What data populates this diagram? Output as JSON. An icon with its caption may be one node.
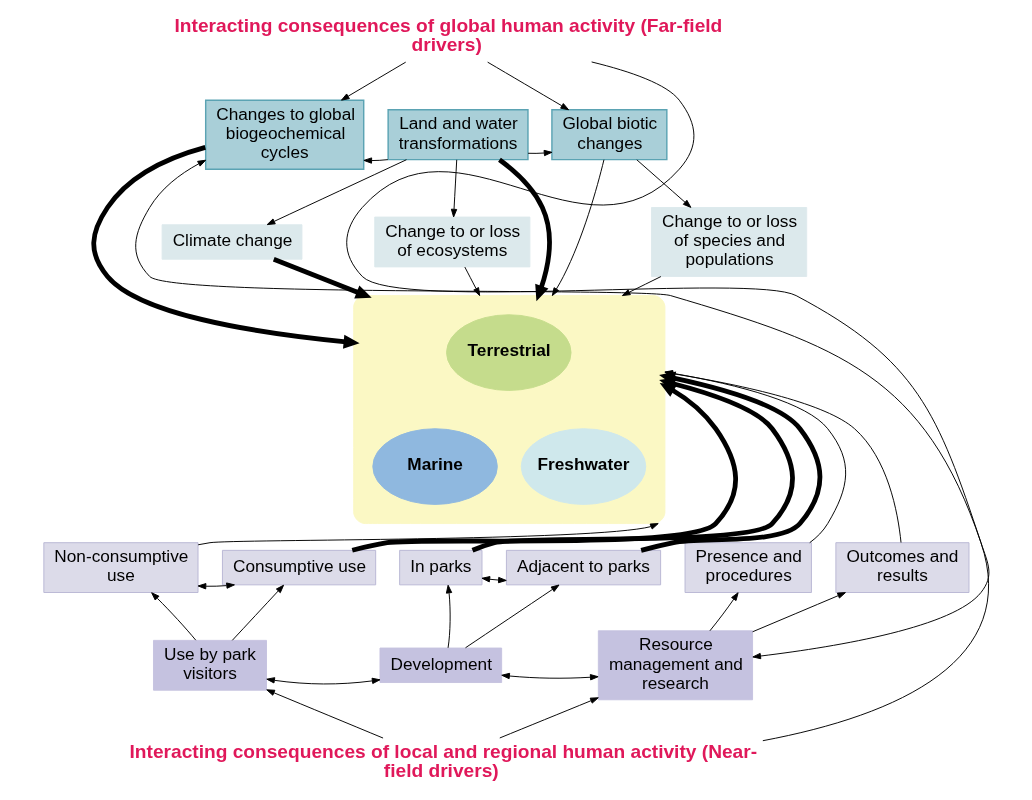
{
  "diagram": {
    "nodes": [
      {
        "text": [
          "Interacting consequences of global human activity (Far-field drivers)"
        ]
      },
      {
        "text": [
          "Changes to global biogeochemical cycles"
        ]
      },
      {
        "text": [
          "Land and water transformations"
        ]
      },
      {
        "text": [
          "Global biotic changes"
        ]
      },
      {
        "text": [
          "Climate change"
        ]
      },
      {
        "text": [
          "Change to or loss of ecosystems"
        ]
      },
      {
        "text": [
          "Change to or loss of species and populations"
        ]
      },
      {
        "text": [],
        "shape": "ellipse"
      },
      {
        "text": [
          "Terrestrial"
        ],
        "in": 7
      },
      {
        "text": [
          "Marine"
        ],
        "in": 7
      },
      {
        "text": [
          "Freshwater"
        ],
        "in": 7
      },
      {
        "text": [
          "Non-consumptive use"
        ]
      },
      {
        "text": [
          "Consumptive use"
        ]
      },
      {
        "text": [
          "In parks"
        ]
      },
      {
        "text": [
          "Adjacent to parks"
        ]
      },
      {
        "text": [
          "Presence and procedures"
        ]
      },
      {
        "text": [
          "Outcomes and results"
        ]
      },
      {
        "text": [
          "Use by park visitors"
        ]
      },
      {
        "text": [
          "Development"
        ]
      },
      {
        "text": [
          "Resource management and research"
        ]
      },
      {
        "text": [
          "Interacting consequences of local and regional human activity (Near-field drivers)"
        ]
      }
    ],
    "edges": [
      {
        "from": 0,
        "to": 1,
        "arrow": "to"
      },
      {
        "from": 0,
        "to": 3,
        "arrow": "to"
      },
      {
        "from": 0,
        "to": 19,
        "arrow": "to"
      },
      {
        "from": 2,
        "to": 1,
        "arrow": "to"
      },
      {
        "from": 2,
        "to": 3,
        "arrow": "to"
      },
      {
        "from": 2,
        "to": 4,
        "arrow": "to"
      },
      {
        "from": 2,
        "to": 5,
        "arrow": "to"
      },
      {
        "from": 3,
        "to": 6,
        "arrow": "to"
      },
      {
        "from": 1,
        "to": 7,
        "arrow": "to",
        "style": "thick"
      },
      {
        "from": 4,
        "to": 7,
        "arrow": "to",
        "style": "thick"
      },
      {
        "from": 2,
        "to": 7,
        "arrow": "to",
        "style": "thick"
      },
      {
        "from": 5,
        "to": 7,
        "arrow": "to"
      },
      {
        "from": 3,
        "to": 7,
        "arrow": "to"
      },
      {
        "from": 6,
        "to": 7,
        "arrow": "to"
      },
      {
        "from": 11,
        "to": 7,
        "arrow": "to"
      },
      {
        "from": 12,
        "to": 7,
        "arrow": "to",
        "style": "thick"
      },
      {
        "from": 13,
        "to": 7,
        "arrow": "to",
        "style": "thick"
      },
      {
        "from": 14,
        "to": 7,
        "arrow": "to",
        "style": "thick"
      },
      {
        "from": 15,
        "to": 7,
        "arrow": "to"
      },
      {
        "from": 16,
        "to": 7,
        "arrow": "to"
      },
      {
        "from": 11,
        "to": 12,
        "arrow": "both"
      },
      {
        "from": 13,
        "to": 14,
        "arrow": "both"
      },
      {
        "from": 17,
        "to": 11,
        "arrow": "to"
      },
      {
        "from": 17,
        "to": 12,
        "arrow": "to"
      },
      {
        "from": 18,
        "to": 13,
        "arrow": "to"
      },
      {
        "from": 18,
        "to": 14,
        "arrow": "to"
      },
      {
        "from": 19,
        "to": 15,
        "arrow": "to"
      },
      {
        "from": 19,
        "to": 16,
        "arrow": "to"
      },
      {
        "from": 17,
        "to": 18,
        "arrow": "both"
      },
      {
        "from": 18,
        "to": 19,
        "arrow": "both"
      },
      {
        "from": 20,
        "to": 17,
        "arrow": "to"
      },
      {
        "from": 20,
        "to": 19,
        "arrow": "to"
      },
      {
        "from": 20,
        "to": 1,
        "arrow": "to"
      }
    ]
  }
}
